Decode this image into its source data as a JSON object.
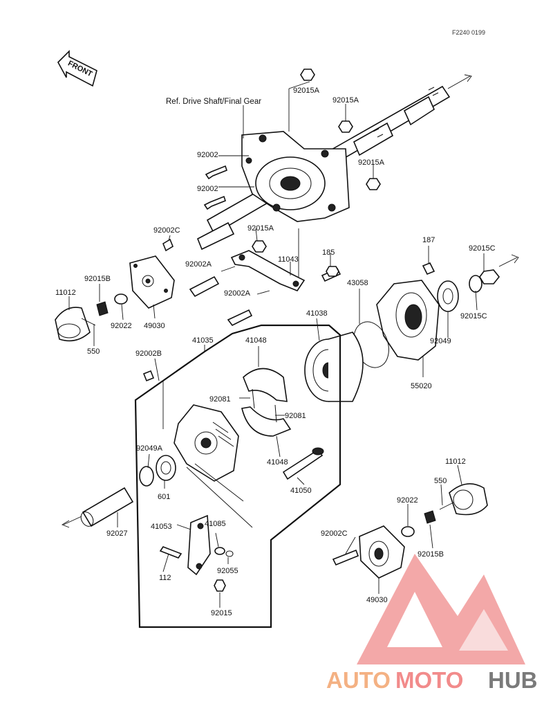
{
  "diagram": {
    "code": "F2240 0199",
    "front_label": "FRONT",
    "reference_note": "Ref. Drive Shaft/Final Gear",
    "parts": {
      "p92015A_1": "92015A",
      "p92015A_2": "92015A",
      "p92015A_3": "92015A",
      "p92015A_4": "92015A",
      "p92002_1": "92002",
      "p92002_2": "92002",
      "p92002C_1": "92002C",
      "p92002A_1": "92002A",
      "p92002A_2": "92002A",
      "p11043": "11043",
      "p185": "185",
      "p187": "187",
      "p92015C_1": "92015C",
      "p92015C_2": "92015C",
      "p43058": "43058",
      "p41038": "41038",
      "p92049": "92049",
      "p55020": "55020",
      "p92015B_1": "92015B",
      "p11012_1": "11012",
      "p92022_1": "92022",
      "p49030_1": "49030",
      "p550_1": "550",
      "p41035": "41035",
      "p41048_1": "41048",
      "p92002B": "92002B",
      "p92081_1": "92081",
      "p92081_2": "92081",
      "p92049A": "92049A",
      "p41048_2": "41048",
      "p601": "601",
      "p41050": "41050",
      "p92027": "92027",
      "p41053": "41053",
      "p41085": "41085",
      "p112": "112",
      "p92055": "92055",
      "p92015": "92015",
      "p11012_2": "11012",
      "p550_2": "550",
      "p92022_2": "92022",
      "p92002C_2": "92002C",
      "p92015B_2": "92015B",
      "p49030_2": "49030"
    }
  },
  "watermark": {
    "part1": "AUTO",
    "part2": "MOTO",
    "part3": "HUB",
    "colors": {
      "auto": "#f4b183",
      "moto": "#f28b8b",
      "hub": "#7a7a7a",
      "triangle": "#f08080"
    }
  }
}
